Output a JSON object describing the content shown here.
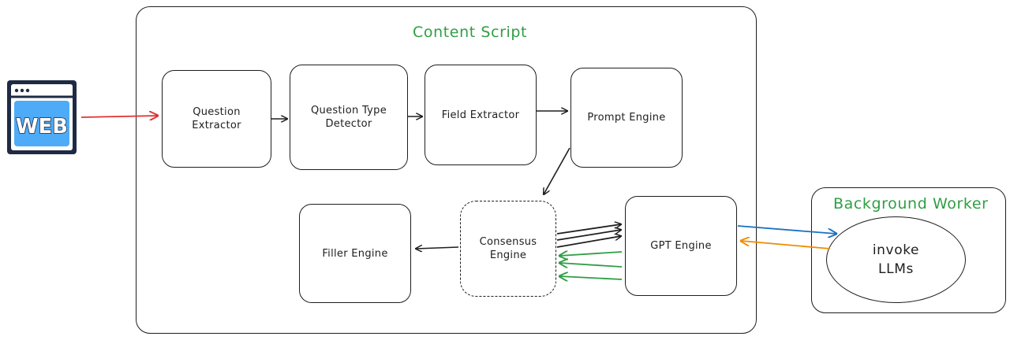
{
  "containers": {
    "content_script": {
      "title": "Content Script"
    },
    "background_worker": {
      "title": "Background Worker"
    }
  },
  "nodes": {
    "question_extractor": {
      "line1": "Question",
      "line2": "Extractor"
    },
    "question_type_detector": {
      "line1": "Question Type",
      "line2": "Detector"
    },
    "field_extractor": {
      "label": "Field Extractor"
    },
    "prompt_engine": {
      "label": "Prompt Engine"
    },
    "filler_engine": {
      "label": "Filler Engine"
    },
    "consensus_engine": {
      "line1": "Consensus",
      "line2": "Engine"
    },
    "gpt_engine": {
      "label": "GPT Engine"
    },
    "invoke_llms": {
      "line1": "invoke",
      "line2": "LLMs"
    }
  },
  "web_icon": {
    "label": "WEB",
    "icon": "web-browser-icon"
  },
  "colors": {
    "title_green": "#2f9e44",
    "edge_black": "#1e1e1e",
    "edge_red": "#e03131",
    "edge_blue": "#1971c2",
    "edge_orange": "#f08c00",
    "edge_green": "#2f9e44",
    "web_blue": "#4dabf7",
    "web_frame": "#1f2a44"
  }
}
